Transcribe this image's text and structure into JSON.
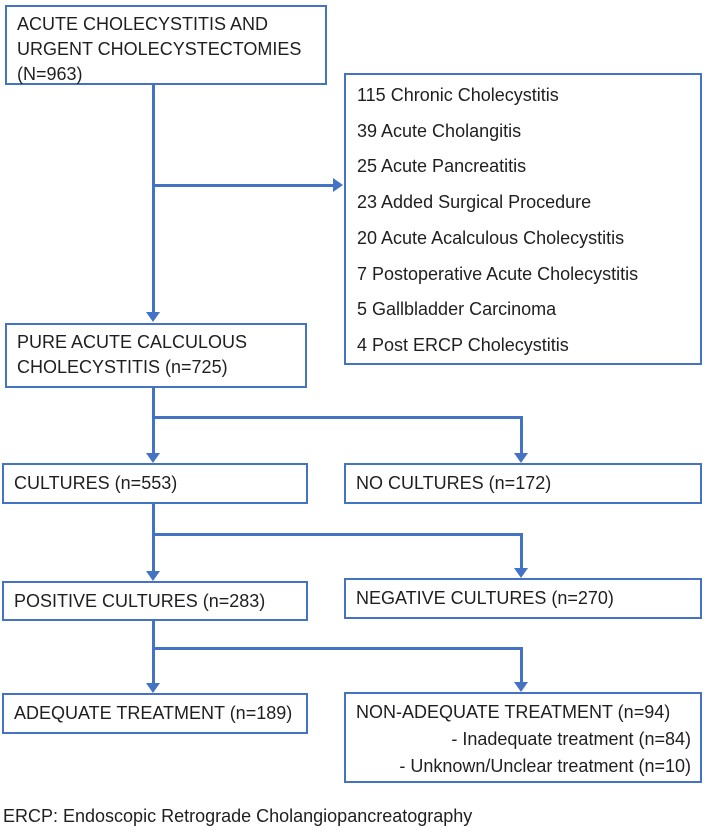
{
  "figure": {
    "nodes": {
      "total": {
        "lines": [
          "ACUTE CHOLECYSTITIS AND",
          "URGENT CHOLECYSTECTOMIES",
          "(N=963)"
        ]
      },
      "exclusions": {
        "items": [
          "115 Chronic Cholecystitis",
          "39 Acute Cholangitis",
          "25 Acute Pancreatitis",
          "23 Added Surgical Procedure",
          "20 Acute Acalculous Cholecystitis",
          "7 Postoperative Acute Cholecystitis",
          "5 Gallbladder Carcinoma",
          "4 Post ERCP Cholecystitis"
        ]
      },
      "pure": {
        "lines": [
          "PURE ACUTE CALCULOUS",
          "CHOLECYSTITIS (n=725)"
        ]
      },
      "cultures": {
        "label": "CULTURES (n=553)"
      },
      "no_cultures": {
        "label": "NO CULTURES (n=172)"
      },
      "positive_cultures": {
        "label": "POSITIVE CULTURES (n=283)"
      },
      "negative_cultures": {
        "label": "NEGATIVE CULTURES (n=270)"
      },
      "adequate": {
        "label": "ADEQUATE TREATMENT (n=189)"
      },
      "non_adequate": {
        "title": "NON-ADEQUATE TREATMENT (n=94)",
        "items": [
          "- Inadequate treatment (n=84)",
          "- Unknown/Unclear treatment (n=10)"
        ]
      }
    },
    "footnote": "ERCP: Endoscopic Retrograde Cholangiopancreatography",
    "colors": {
      "accent": "#4472C4",
      "text": "#1f1f1f",
      "background": "#ffffff"
    }
  }
}
